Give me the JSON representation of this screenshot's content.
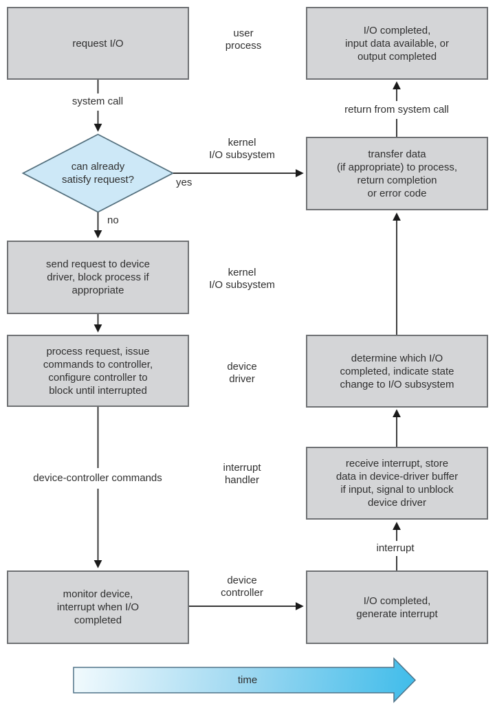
{
  "colors": {
    "box_fill": "#d4d5d7",
    "box_border": "#6e7073",
    "text_color": "#2f2f2f",
    "arrow_color": "#1a1a1a",
    "diamond_fill": "#cde8f7",
    "diamond_border": "#54707e",
    "time_arrow_start": "#f2fafd",
    "time_arrow_mid": "#9ed8f1",
    "time_arrow_end": "#3fbcea",
    "time_arrow_border": "#4f7287"
  },
  "left_column": {
    "request_io_box": "request I/O",
    "system_call_label": "system call",
    "decision_diamond": "can already\nsatisfy request?",
    "yes_label": "yes",
    "no_label": "no",
    "send_request_box": "send request to device\ndriver, block process if\nappropriate",
    "process_request_box": "process request, issue\ncommands to controller,\nconfigure controller to\nblock until interrupted",
    "device_controller_commands_label": "device-controller commands",
    "monitor_device_box": "monitor device,\ninterrupt when I/O\ncompleted"
  },
  "middle_labels": {
    "user_process": "user\nprocess",
    "kernel_io_subsystem_top": "kernel\nI/O subsystem",
    "kernel_io_subsystem_mid": "kernel\nI/O subsystem",
    "device_driver": "device\ndriver",
    "interrupt_handler": "interrupt\nhandler",
    "device_controller": "device\ncontroller"
  },
  "right_column": {
    "io_completed_box": "I/O completed,\ninput data available, or\noutput completed",
    "return_from_system_call_label": "return from system call",
    "transfer_data_box": "transfer data\n(if appropriate) to process,\nreturn completion\nor error code",
    "determine_io_box": "determine which I/O\ncompleted, indicate state\nchange to I/O subsystem",
    "receive_interrupt_box": "receive interrupt, store\ndata in device-driver buffer\nif input, signal to unblock\ndevice driver",
    "interrupt_label": "interrupt",
    "io_generate_interrupt_box": "I/O completed,\ngenerate interrupt"
  },
  "timeline": {
    "label": "time"
  }
}
